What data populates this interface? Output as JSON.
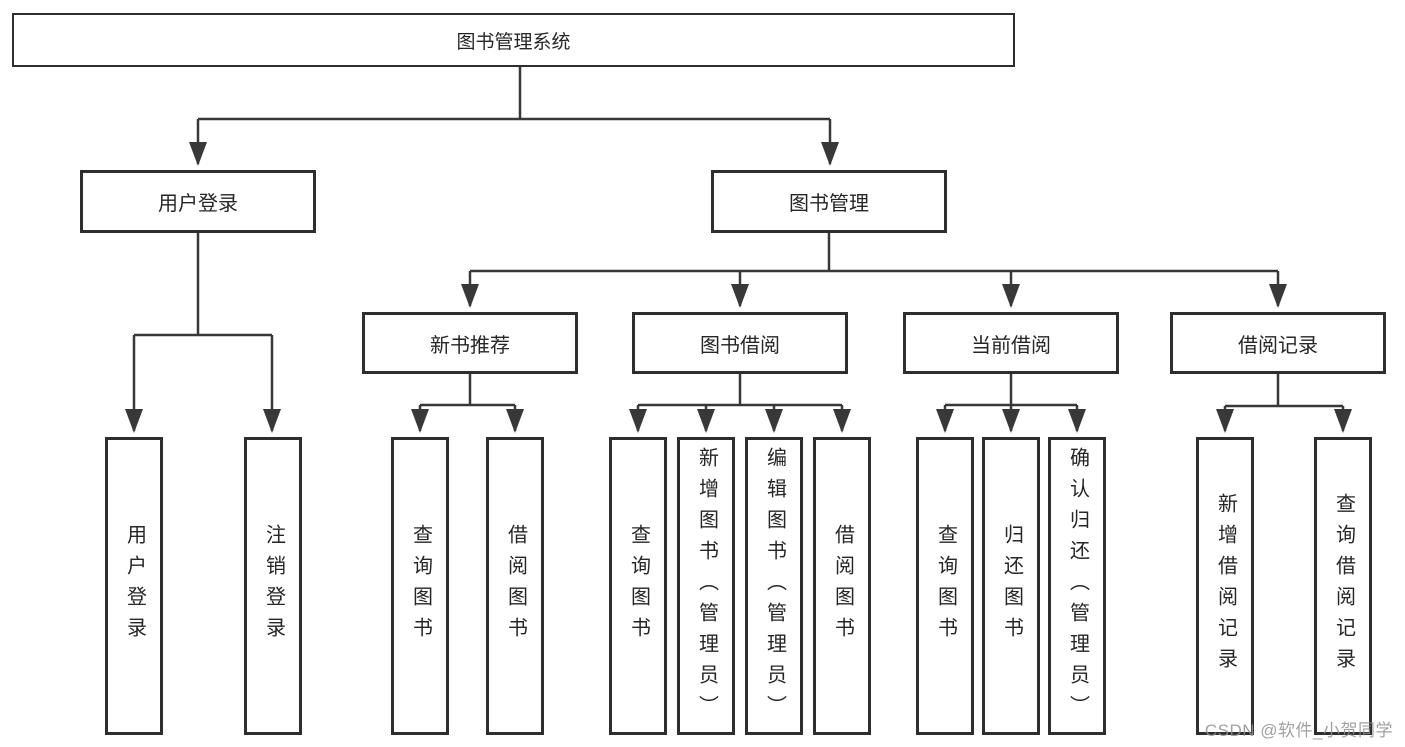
{
  "diagram": {
    "root": {
      "label": "图书管理系统"
    },
    "level2": [
      {
        "label": "用户登录"
      },
      {
        "label": "图书管理"
      }
    ],
    "level3": [
      {
        "label": "新书推荐"
      },
      {
        "label": "图书借阅"
      },
      {
        "label": "当前借阅"
      },
      {
        "label": "借阅记录"
      }
    ],
    "leaves": [
      {
        "label": "用户登录"
      },
      {
        "label": "注销登录"
      },
      {
        "label": "查询图书"
      },
      {
        "label": "借阅图书"
      },
      {
        "label": "查询图书"
      },
      {
        "label": "新增图书（管理员）"
      },
      {
        "label": "编辑图书（管理员）"
      },
      {
        "label": "借阅图书"
      },
      {
        "label": "查询图书"
      },
      {
        "label": "归还图书"
      },
      {
        "label": "确认归还（管理员）"
      },
      {
        "label": "新增借阅记录"
      },
      {
        "label": "查询借阅记录"
      }
    ],
    "watermark": "CSDN @软件_小贺同学",
    "colors": {
      "line": "#383838",
      "border": "#2e2e2e",
      "text": "#262626",
      "watermark": "#919191",
      "background": "#ffffff"
    }
  }
}
